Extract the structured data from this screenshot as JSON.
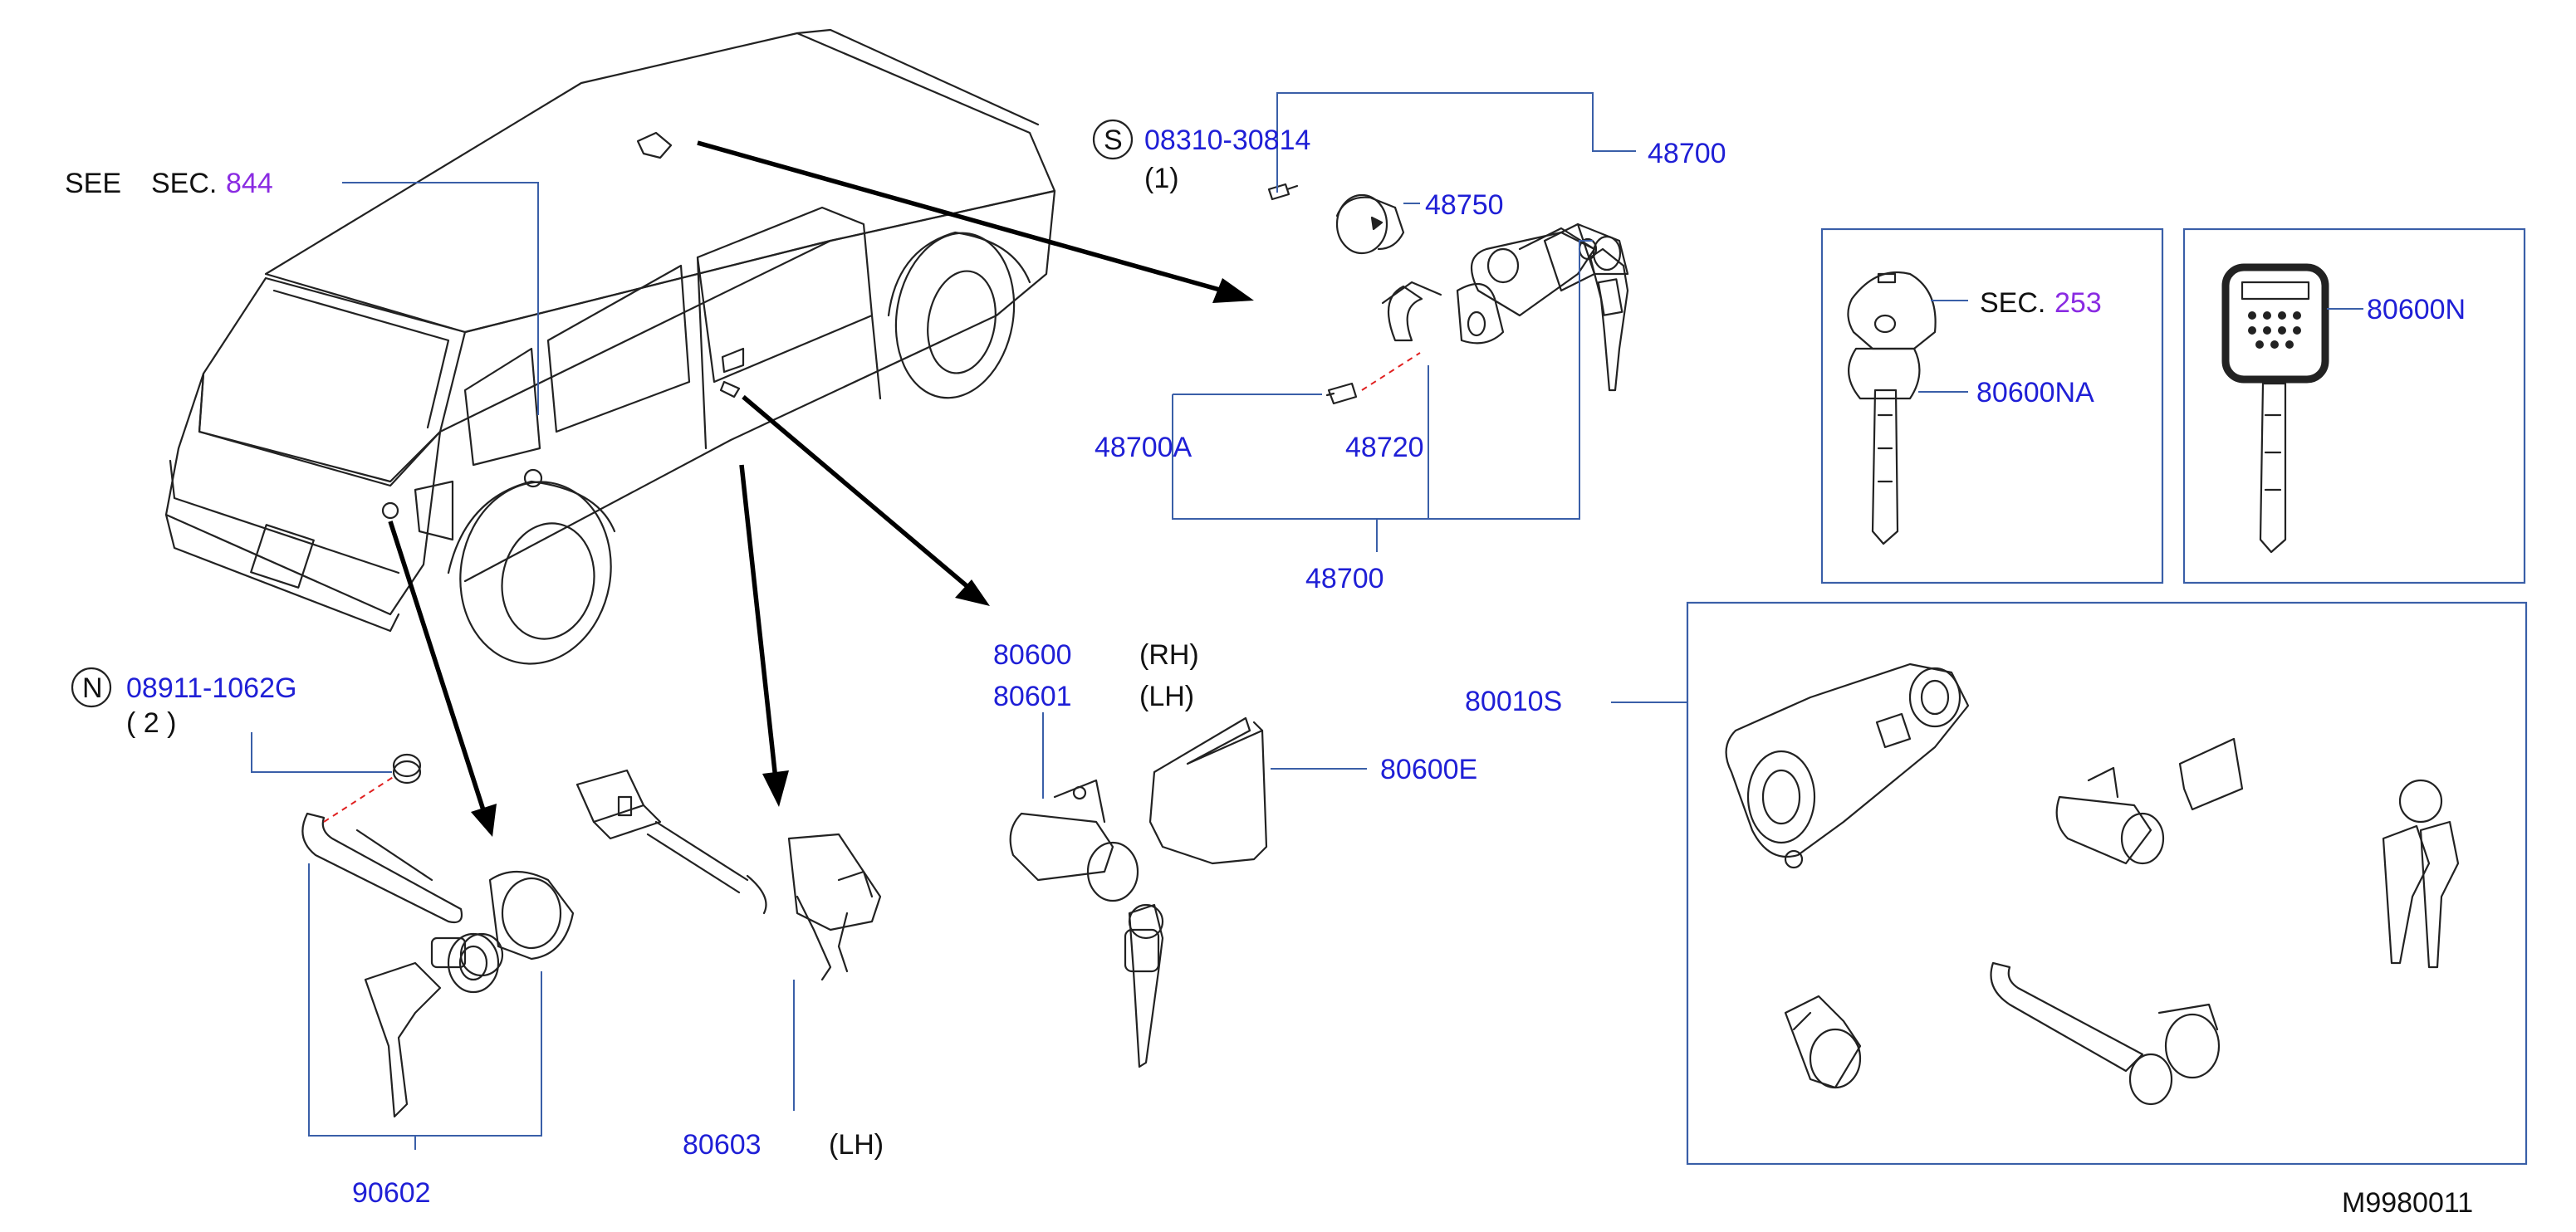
{
  "labels": {
    "see_sec": "SEE",
    "see_sec2": "SEC.",
    "see_sec_num": "844",
    "bolt_s_symbol": "S",
    "bolt_s_part": "08310-30814",
    "bolt_s_qty": "(1)",
    "p48700_top": "48700",
    "p48750": "48750",
    "p48700a": "48700A",
    "p48720": "48720",
    "p48700_bottom": "48700",
    "sec253_prefix": "SEC.",
    "sec253_num": "253",
    "p80600na": "80600NA",
    "p80600n": "80600N",
    "nut_n_symbol": "N",
    "nut_n_part": "08911-1062G",
    "nut_n_qty": "( 2 )",
    "p80600": "80600",
    "rh": "(RH)",
    "p80601": "80601",
    "lh1": "(LH)",
    "p80010s": "80010S",
    "p80600e": "80600E",
    "p80603": "80603",
    "lh2": "(LH)",
    "p90602": "90602",
    "diagram_id": "M9980011"
  },
  "colors": {
    "part_number": "#1f1fd6",
    "section_ref": "#8a2be2",
    "leader": "#3a5fa8",
    "dashed_guide": "#e02020"
  }
}
